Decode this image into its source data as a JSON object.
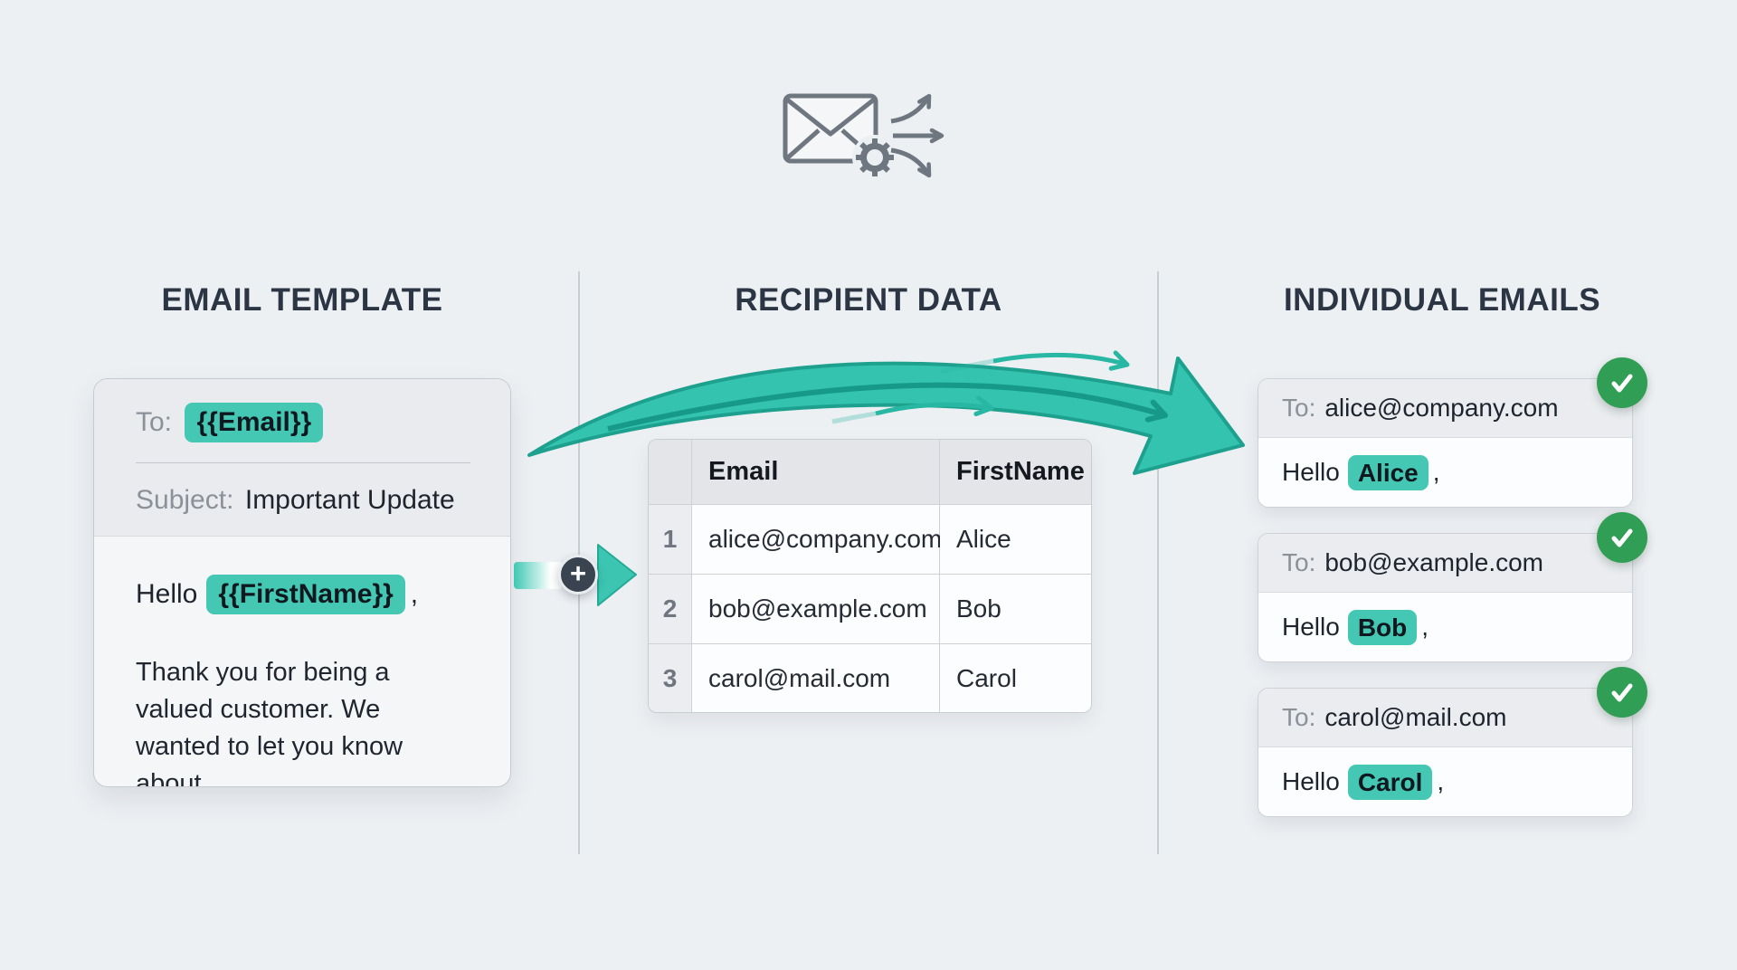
{
  "diagram": {
    "sections": {
      "template": {
        "heading": "EMAIL TEMPLATE",
        "card": {
          "to_label": "To:",
          "to_variable": "{{Email}}",
          "subject_label": "Subject:",
          "subject_value": "Important Update",
          "greeting_prefix": "Hello",
          "greeting_variable": "{{FirstName}}",
          "greeting_suffix": ",",
          "body_text": "Thank you for being a valued customer. We wanted to let you know about..."
        }
      },
      "recipients": {
        "heading": "RECIPIENT DATA",
        "table": {
          "columns": [
            "Email",
            "FirstName"
          ],
          "rows": [
            {
              "num": "1",
              "email": "alice@company.com",
              "first_name": "Alice"
            },
            {
              "num": "2",
              "email": "bob@example.com",
              "first_name": "Bob"
            },
            {
              "num": "3",
              "email": "carol@mail.com",
              "first_name": "Carol"
            }
          ]
        }
      },
      "individual": {
        "heading": "INDIVIDUAL EMAILS",
        "emails": [
          {
            "to_label": "To:",
            "to_value": "alice@company.com",
            "greeting_prefix": "Hello",
            "name": "Alice",
            "greeting_suffix": ","
          },
          {
            "to_label": "To:",
            "to_value": "bob@example.com",
            "greeting_prefix": "Hello",
            "name": "Bob",
            "greeting_suffix": ","
          },
          {
            "to_label": "To:",
            "to_value": "carol@mail.com",
            "greeting_prefix": "Hello",
            "name": "Carol",
            "greeting_suffix": ","
          }
        ]
      }
    },
    "connector": {
      "plus_glyph": "+"
    },
    "colors": {
      "accent_teal": "#44c8b3",
      "arrow_teal": "#33c3ae",
      "success_green": "#309e55",
      "heading_text": "#2b3543"
    }
  }
}
